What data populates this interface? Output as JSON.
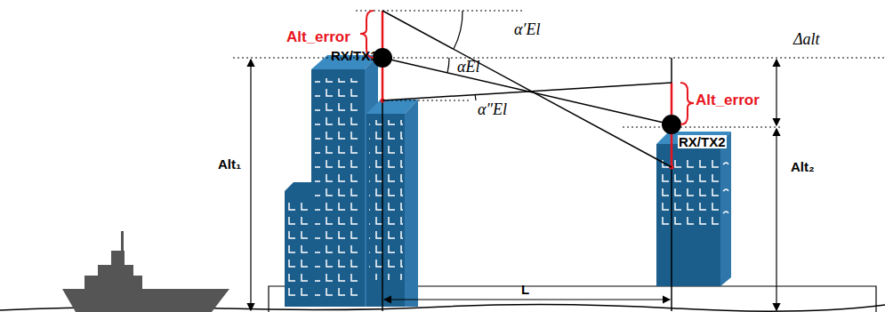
{
  "diagram": {
    "labels": [
      "Alt_error",
      "RX/TX1",
      "α′El",
      "αEl",
      "α″El",
      "Δalt",
      "Alt_error",
      "RX/TX2",
      "Alt₁",
      "Alt₂",
      "L"
    ]
  }
}
